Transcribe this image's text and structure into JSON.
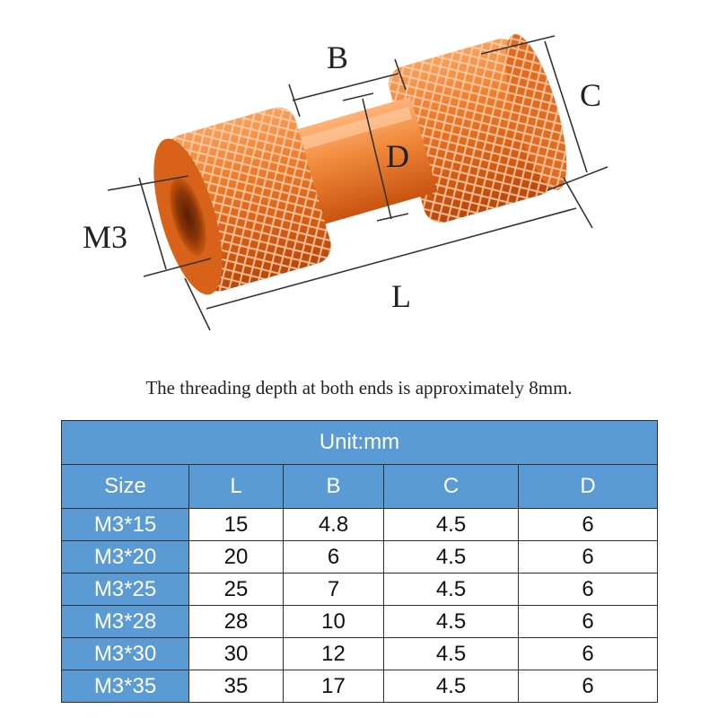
{
  "figure": {
    "part_color": "#e8661a",
    "labels": {
      "m3": "M3",
      "b": "B",
      "c": "C",
      "d": "D",
      "l": "L"
    }
  },
  "note": "The threading depth at both ends is approximately 8mm.",
  "table": {
    "unit": "Unit:mm",
    "header_color": "#5b9bd5",
    "columns": [
      "Size",
      "L",
      "B",
      "C",
      "D"
    ],
    "rows": [
      [
        "M3*15",
        "15",
        "4.8",
        "4.5",
        "6"
      ],
      [
        "M3*20",
        "20",
        "6",
        "4.5",
        "6"
      ],
      [
        "M3*25",
        "25",
        "7",
        "4.5",
        "6"
      ],
      [
        "M3*28",
        "28",
        "10",
        "4.5",
        "6"
      ],
      [
        "M3*30",
        "30",
        "12",
        "4.5",
        "6"
      ],
      [
        "M3*35",
        "35",
        "17",
        "4.5",
        "6"
      ]
    ]
  }
}
